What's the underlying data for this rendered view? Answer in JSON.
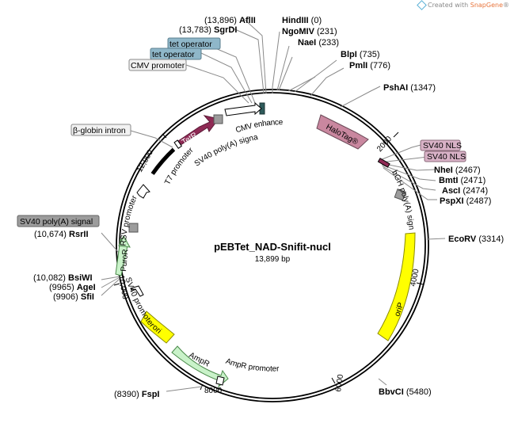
{
  "credit": {
    "prefix": "Created with ",
    "brand": "SnapGene",
    "suffix": "®"
  },
  "plasmid": {
    "name": "pEBTet_NAD-Snifit-nucl",
    "size_label": "13,899 bp",
    "length": 13899
  },
  "ticks": [
    "2000",
    "4000",
    "6000",
    "8000",
    "10,000",
    "12,000"
  ],
  "sites": [
    {
      "name": "HindIII",
      "pos": "(0)"
    },
    {
      "name": "NgoMIV",
      "pos": "(231)"
    },
    {
      "name": "NaeI",
      "pos": "(233)"
    },
    {
      "name": "BlpI",
      "pos": "(735)"
    },
    {
      "name": "PmlI",
      "pos": "(776)"
    },
    {
      "name": "PshAI",
      "pos": "(1347)"
    },
    {
      "name": "NheI",
      "pos": "(2467)"
    },
    {
      "name": "BmtI",
      "pos": "(2471)"
    },
    {
      "name": "AscI",
      "pos": "(2474)"
    },
    {
      "name": "PspXI",
      "pos": "(2487)"
    },
    {
      "name": "EcoRV",
      "pos": "(3314)"
    },
    {
      "name": "BbvCI",
      "pos": "(5480)"
    },
    {
      "name": "FspI",
      "pos": "(8390)"
    },
    {
      "name": "SfiI",
      "pos": "(9906)"
    },
    {
      "name": "AgeI",
      "pos": "(9965)"
    },
    {
      "name": "BsiWI",
      "pos": "(10,082)"
    },
    {
      "name": "RsrII",
      "pos": "(10,674)"
    },
    {
      "name": "SgrDI",
      "pos": "(13,783)"
    },
    {
      "name": "AflII",
      "pos": "(13,896)"
    }
  ],
  "features": {
    "halotag": "HaloTag®",
    "tetr": "TetR",
    "purор": "PuroR",
    "puror": "PuroR",
    "ori": "ori",
    "orip": "oriP",
    "ampr": "AmpR",
    "cmv_enhancer": "CMV enhancer",
    "sv40_polya_top": "SV40 poly(A) signal",
    "t7_promoter": "T7 promoter",
    "bgh_polya": "bGH poly(A) signal",
    "rsv_promoter": "RSV promoter",
    "sv40_promoter": "SV40 promoter",
    "ampr_promoter": "AmpR promoter",
    "tet_operator_1": "tet operator",
    "tet_operator_2": "tet operator",
    "cmv_promoter": "CMV promoter",
    "beta_globin_intron": "β-globin intron",
    "sv40_nls_1": "SV40 NLS",
    "sv40_nls_2": "SV40 NLS",
    "sv40_polya_box": "SV40 poly(A) signal"
  },
  "colors": {
    "backbone": "#000000",
    "halotag": "#c9879f",
    "tetr": "#8f2a55",
    "puror": "#c9f2c9",
    "ampr": "#c9f2c9",
    "ori": "#ffff00",
    "polya_box": "#9c9c9c",
    "cmv_enhancer": "#2e5a5a",
    "tet_operator_box": "#8fb7c9",
    "nls_box": "#d8b1c6",
    "label_box": "#f2f2f2",
    "brand": "#e8743b"
  }
}
